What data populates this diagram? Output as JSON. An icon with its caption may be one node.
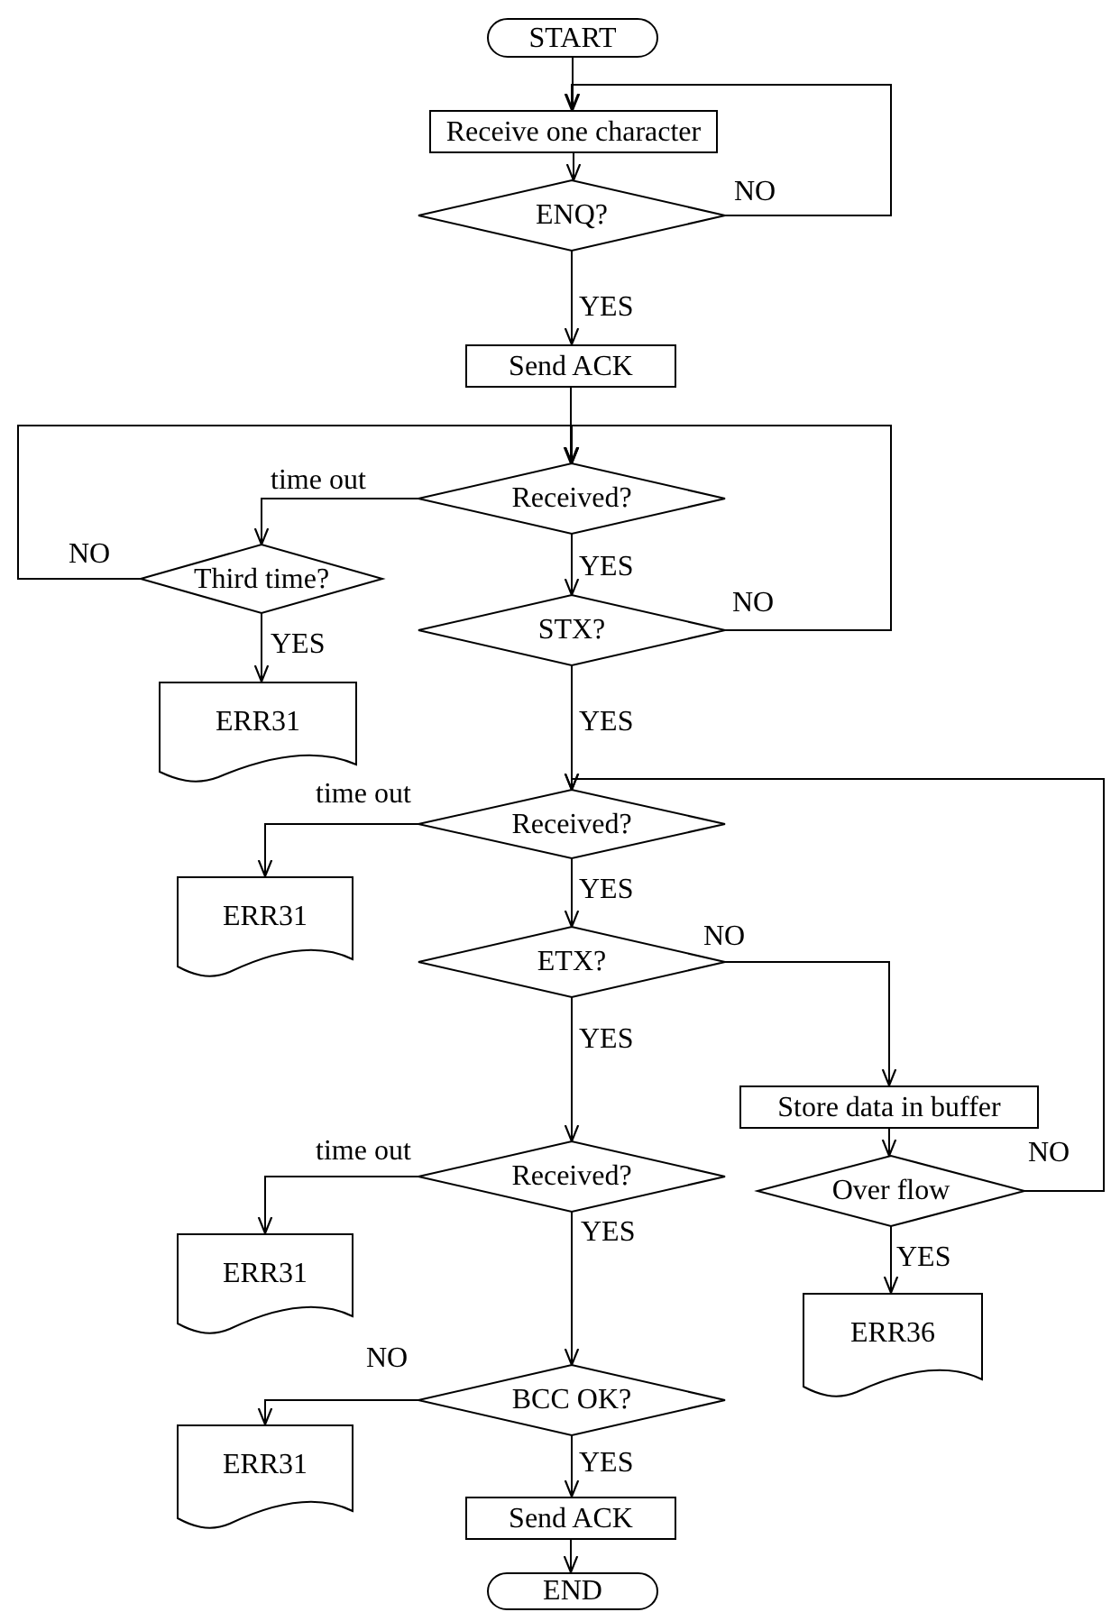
{
  "diagram": {
    "nodes": [
      {
        "text": [
          "START"
        ]
      },
      {
        "text": [
          "Receive one character"
        ]
      },
      {
        "text": [
          "ENQ?"
        ]
      },
      {
        "text": [
          "Send ACK"
        ]
      },
      {
        "text": [
          "Received?"
        ]
      },
      {
        "text": [
          "Third time?"
        ]
      },
      {
        "text": [
          "ERR31"
        ]
      },
      {
        "text": [
          "STX?"
        ]
      },
      {
        "text": [
          "Received?"
        ]
      },
      {
        "text": [
          "ERR31"
        ]
      },
      {
        "text": [
          "ETX?"
        ]
      },
      {
        "text": [
          "Store data in buffer"
        ]
      },
      {
        "text": [
          "Received?"
        ]
      },
      {
        "text": [
          "ERR31"
        ]
      },
      {
        "text": [
          "Over flow"
        ]
      },
      {
        "text": [
          "BCC OK?"
        ]
      },
      {
        "text": [
          "ERR31"
        ]
      },
      {
        "text": [
          "ERR36"
        ]
      },
      {
        "text": [
          "Send ACK"
        ]
      },
      {
        "text": [
          "END"
        ]
      }
    ],
    "edges": [
      {
        "from": 0,
        "to": 1,
        "arrow": "to"
      },
      {
        "from": 1,
        "to": 2,
        "arrow": "to"
      },
      {
        "from": 2,
        "to": 1,
        "arrow": "to",
        "label": "NO"
      },
      {
        "from": 2,
        "to": 3,
        "arrow": "to",
        "label": "YES"
      },
      {
        "from": 3,
        "to": 4,
        "arrow": "to"
      },
      {
        "from": 4,
        "to": 5,
        "arrow": "to",
        "label": "time out"
      },
      {
        "from": 5,
        "to": 4,
        "arrow": "to",
        "label": "NO"
      },
      {
        "from": 5,
        "to": 6,
        "arrow": "to",
        "label": "YES"
      },
      {
        "from": 4,
        "to": 7,
        "arrow": "to",
        "label": "YES"
      },
      {
        "from": 7,
        "to": 4,
        "arrow": "to",
        "label": "NO"
      },
      {
        "from": 7,
        "to": 8,
        "arrow": "to",
        "label": "YES"
      },
      {
        "from": 8,
        "to": 9,
        "arrow": "to",
        "label": "time out"
      },
      {
        "from": 8,
        "to": 10,
        "arrow": "to",
        "label": "YES"
      },
      {
        "from": 10,
        "to": 11,
        "arrow": "to",
        "label": "NO"
      },
      {
        "from": 10,
        "to": 12,
        "arrow": "to",
        "label": "YES"
      },
      {
        "from": 11,
        "to": 14,
        "arrow": "to"
      },
      {
        "from": 14,
        "to": 8,
        "arrow": "to",
        "label": "NO"
      },
      {
        "from": 14,
        "to": 17,
        "arrow": "to",
        "label": "YES"
      },
      {
        "from": 12,
        "to": 13,
        "arrow": "to",
        "label": "time out"
      },
      {
        "from": 12,
        "to": 15,
        "arrow": "to",
        "label": "YES"
      },
      {
        "from": 15,
        "to": 16,
        "arrow": "to",
        "label": "NO"
      },
      {
        "from": 15,
        "to": 18,
        "arrow": "to",
        "label": "YES"
      },
      {
        "from": 18,
        "to": 19,
        "arrow": "to"
      }
    ]
  }
}
